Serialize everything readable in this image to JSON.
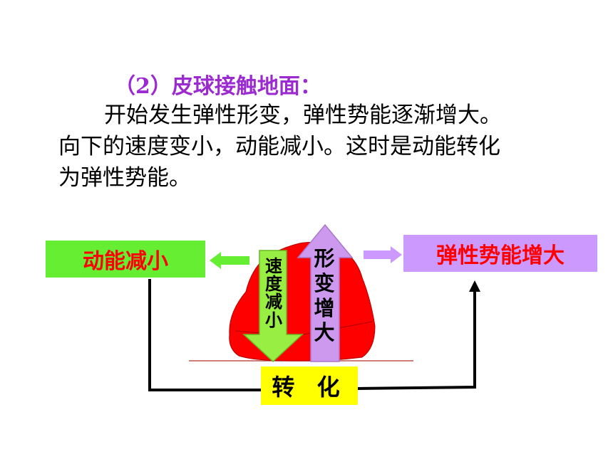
{
  "heading": "（2）皮球接触地面：",
  "paragraph": {
    "line1": "开始发生弹性形变，弹性势能逐渐增大。",
    "line2": "向下的速度变小，动能减小。这时是动能转化",
    "line3": "为弹性势能。"
  },
  "diagram": {
    "left_box": "动能减小",
    "right_box": "弹性势能增大",
    "bottom_box": "转 化",
    "down_arrow_label": [
      "速",
      "度",
      "减",
      "小"
    ],
    "up_arrow_label": [
      "形",
      "变",
      "增",
      "大"
    ],
    "colors": {
      "heading": "#9b2bd1",
      "left_box": "#66ee33",
      "right_box": "#cc99ff",
      "bottom_box": "#ffff00",
      "ball": "#ff0000",
      "box_text": "#ff0000"
    }
  }
}
